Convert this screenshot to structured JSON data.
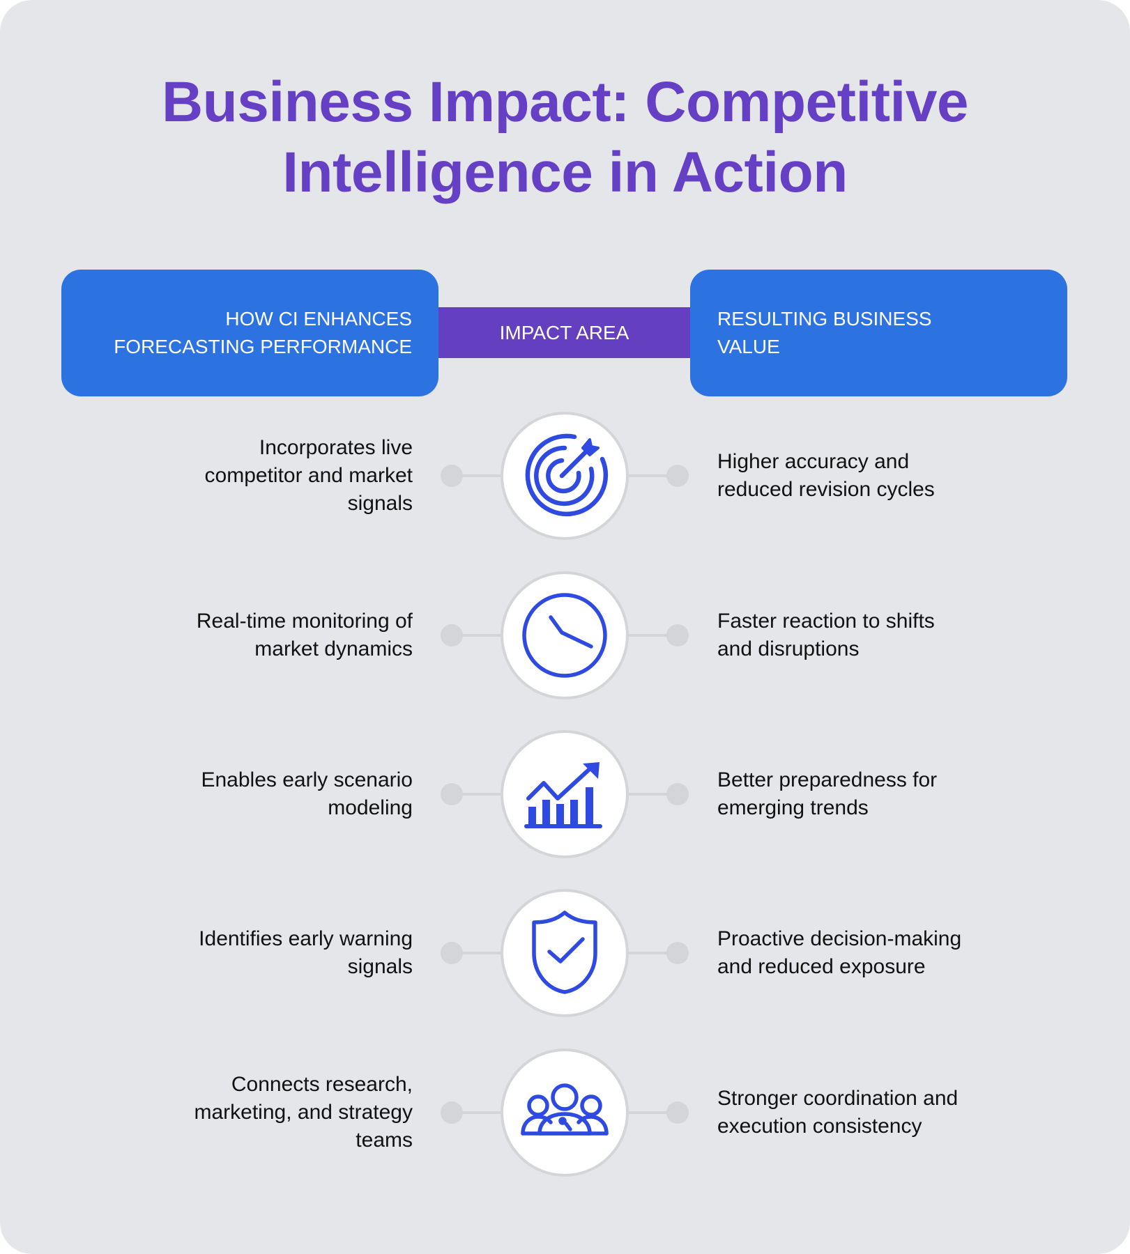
{
  "title": {
    "line1": "Business Impact: Competitive",
    "line2": "Intelligence in Action"
  },
  "colors": {
    "background": "#e5e6e9",
    "title": "#6540c4",
    "header_blue": "#2d72e1",
    "header_purple": "#643fbf",
    "icon_blue": "#2f4ae0",
    "connector_gray": "#d4d5d9"
  },
  "headers": {
    "left": {
      "line1": "HOW CI ENHANCES",
      "line2": "FORECASTING PERFORMANCE"
    },
    "middle": "IMPACT AREA",
    "right": {
      "line1": "RESULTING BUSINESS",
      "line2": "VALUE"
    }
  },
  "rows": [
    {
      "icon": "target-icon",
      "left": [
        "Incorporates live",
        "competitor and market",
        "signals"
      ],
      "right": [
        "Higher accuracy and",
        "reduced revision cycles"
      ]
    },
    {
      "icon": "clock-icon",
      "left": [
        "Real-time monitoring of",
        "market dynamics"
      ],
      "right": [
        "Faster reaction to shifts",
        "and disruptions"
      ]
    },
    {
      "icon": "growth-chart-icon",
      "left": [
        "Enables early scenario",
        "modeling"
      ],
      "right": [
        "Better preparedness for",
        "emerging trends"
      ]
    },
    {
      "icon": "shield-check-icon",
      "left": [
        "Identifies early warning",
        "signals"
      ],
      "right": [
        "Proactive decision-making",
        "and reduced exposure"
      ]
    },
    {
      "icon": "team-icon",
      "left": [
        "Connects research,",
        "marketing, and strategy",
        "teams"
      ],
      "right": [
        "Stronger coordination and",
        "execution consistency"
      ]
    }
  ]
}
